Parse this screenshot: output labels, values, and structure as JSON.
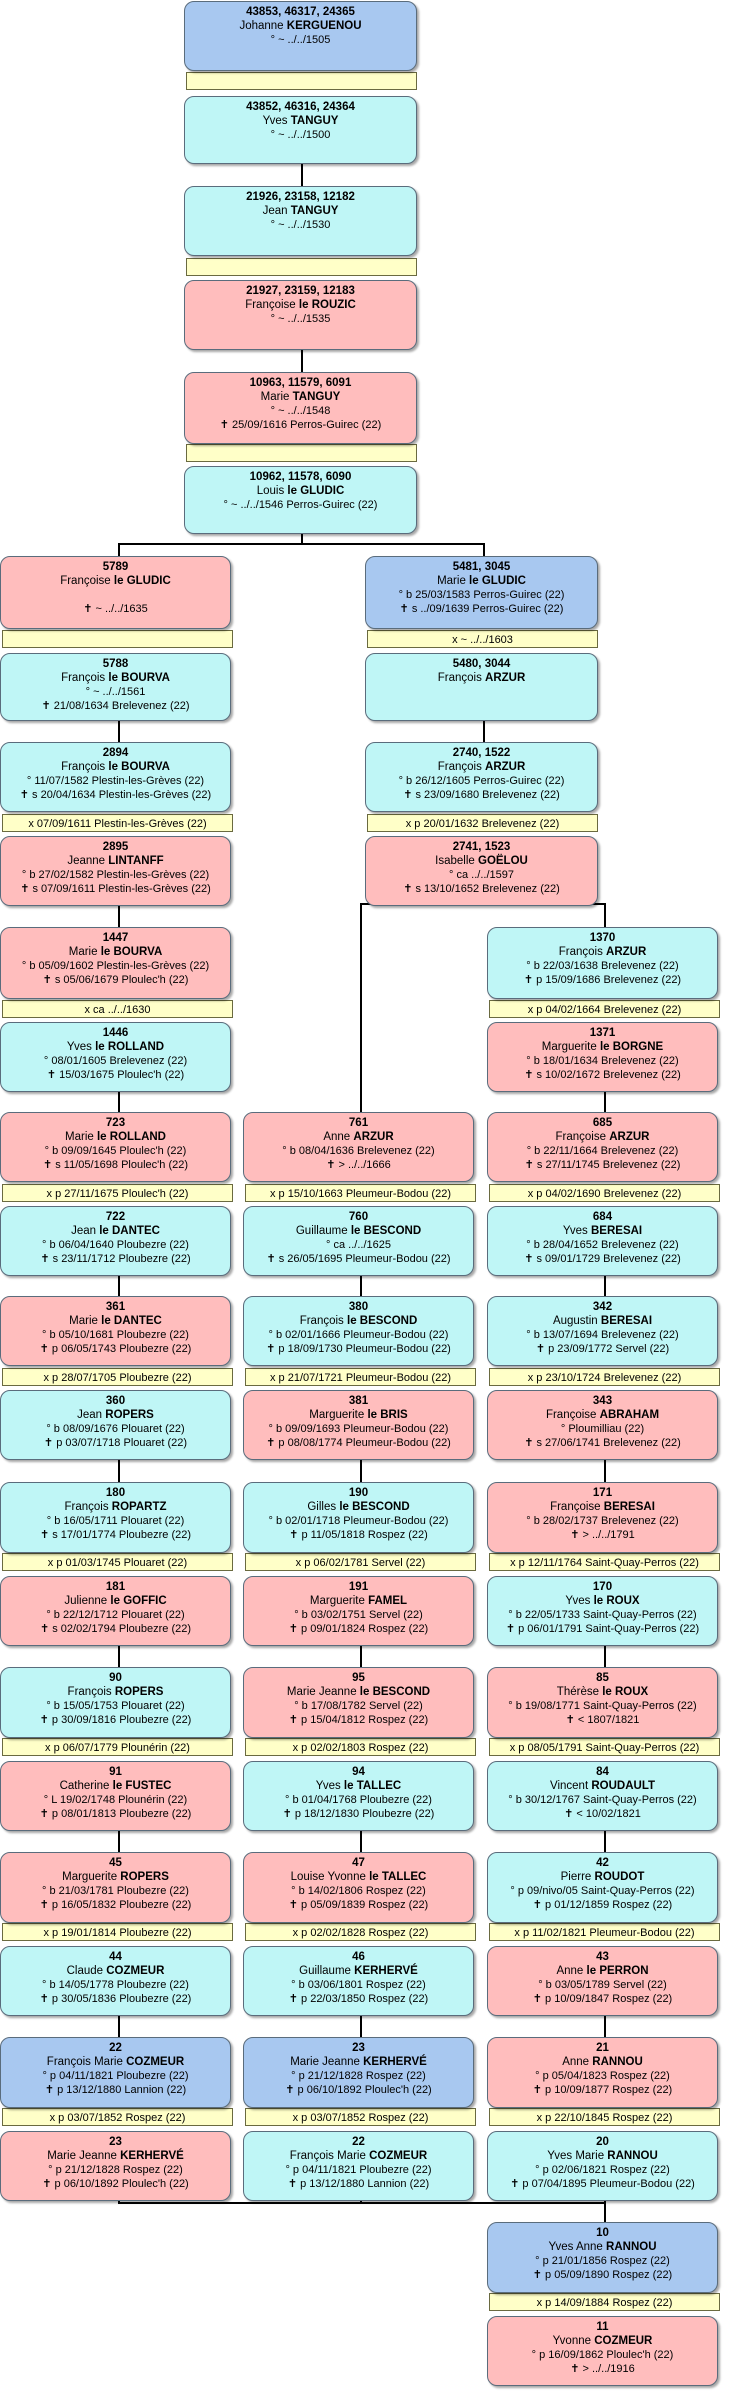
{
  "colors": {
    "male": "#bff6f6",
    "female": "#ffbdbd",
    "highlight": "#a8c8f0",
    "marriage": "#ffffc8",
    "border": "#5a6c7c"
  },
  "icons": {
    "birth": "degree-sign",
    "baptism": "degree-sign",
    "death": "cross-icon",
    "burial": "cross-icon"
  },
  "persons": [
    {
      "id": "p43853",
      "num": "43853, 46317, 24365",
      "first": "Johanne",
      "last": "KERGUENOU",
      "sex": "f",
      "hl": true,
      "events": [
        "° ~ ../../1505"
      ]
    },
    {
      "id": "p43852",
      "num": "43852, 46316, 24364",
      "first": "Yves",
      "last": "TANGUY",
      "sex": "m",
      "events": [
        "° ~ ../../1500"
      ]
    },
    {
      "id": "p21926",
      "num": "21926, 23158, 12182",
      "first": "Jean",
      "last": "TANGUY",
      "sex": "m",
      "events": [
        "° ~ ../../1530"
      ]
    },
    {
      "id": "p21927",
      "num": "21927, 23159, 12183",
      "first": "Françoise",
      "last": "le ROUZIC",
      "sex": "f",
      "events": [
        "° ~ ../../1535"
      ]
    },
    {
      "id": "p10963",
      "num": "10963, 11579, 6091",
      "first": "Marie",
      "last": "TANGUY",
      "sex": "f",
      "events": [
        "° ~ ../../1548",
        "✝ 25/09/1616 Perros-Guirec (22)"
      ]
    },
    {
      "id": "p10962",
      "num": "10962, 11578, 6090",
      "first": "Louis",
      "last": "le GLUDIC",
      "sex": "m",
      "events": [
        "° ~ ../../1546 Perros-Guirec (22)"
      ]
    },
    {
      "id": "p5789",
      "num": "5789",
      "first": "Françoise",
      "last": "le GLUDIC",
      "sex": "f",
      "events": [
        "",
        "✝ ~ ../../1635"
      ]
    },
    {
      "id": "p5481",
      "num": "5481, 3045",
      "first": "Marie",
      "last": "le GLUDIC",
      "sex": "f",
      "hl": true,
      "events": [
        "° b 25/03/1583 Perros-Guirec (22)",
        "✝ s ../09/1639 Perros-Guirec (22)"
      ]
    },
    {
      "id": "p5788",
      "num": "5788",
      "first": "François",
      "last": "le BOURVA",
      "sex": "m",
      "events": [
        "° ~ ../../1561",
        "✝ 21/08/1634 Brelevenez (22)"
      ]
    },
    {
      "id": "p5480",
      "num": "5480, 3044",
      "first": "François",
      "last": "ARZUR",
      "sex": "m",
      "events": []
    },
    {
      "id": "p2894",
      "num": "2894",
      "first": "François",
      "last": "le BOURVA",
      "sex": "m",
      "events": [
        "° 11/07/1582 Plestin-les-Grèves (22)",
        "✝ s 20/04/1634 Plestin-les-Grèves (22)"
      ]
    },
    {
      "id": "p2740",
      "num": "2740, 1522",
      "first": "François",
      "last": "ARZUR",
      "sex": "m",
      "events": [
        "° b 26/12/1605 Perros-Guirec (22)",
        "✝ s 23/09/1680 Brelevenez (22)"
      ]
    },
    {
      "id": "p2895",
      "num": "2895",
      "first": "Jeanne",
      "last": "LINTANFF",
      "sex": "f",
      "events": [
        "° b 27/02/1582 Plestin-les-Grèves (22)",
        "✝ s 07/09/1611 Plestin-les-Grèves (22)"
      ]
    },
    {
      "id": "p2741",
      "num": "2741, 1523",
      "first": "Isabelle",
      "last": "GOËLOU",
      "sex": "f",
      "events": [
        "° ca ../../1597",
        "✝ s 13/10/1652 Brelevenez (22)"
      ]
    },
    {
      "id": "p1447",
      "num": "1447",
      "first": "Marie",
      "last": "le BOURVA",
      "sex": "f",
      "events": [
        "° b 05/09/1602 Plestin-les-Grèves (22)",
        "✝ s 05/06/1679 Ploulec'h (22)"
      ]
    },
    {
      "id": "p1370",
      "num": "1370",
      "first": "François",
      "last": "ARZUR",
      "sex": "m",
      "events": [
        "° b 22/03/1638 Brelevenez (22)",
        "✝ p 15/09/1686 Brelevenez (22)"
      ]
    },
    {
      "id": "p1446",
      "num": "1446",
      "first": "Yves",
      "last": "le ROLLAND",
      "sex": "m",
      "events": [
        "° 08/01/1605 Brelevenez (22)",
        "✝ 15/03/1675 Ploulec'h (22)"
      ]
    },
    {
      "id": "p1371",
      "num": "1371",
      "first": "Marguerite",
      "last": "le BORGNE",
      "sex": "f",
      "events": [
        "° b 18/01/1634 Brelevenez (22)",
        "✝ s 10/02/1672 Brelevenez (22)"
      ]
    },
    {
      "id": "p723",
      "num": "723",
      "first": "Marie",
      "last": "le ROLLAND",
      "sex": "f",
      "events": [
        "° b 09/09/1645 Ploulec'h (22)",
        "✝ s 11/05/1698 Ploulec'h (22)"
      ]
    },
    {
      "id": "p761",
      "num": "761",
      "first": "Anne",
      "last": "ARZUR",
      "sex": "f",
      "events": [
        "° b 08/04/1636 Brelevenez (22)",
        "✝ > ../../1666"
      ]
    },
    {
      "id": "p685",
      "num": "685",
      "first": "Françoise",
      "last": "ARZUR",
      "sex": "f",
      "events": [
        "° b 22/11/1664 Brelevenez (22)",
        "✝ s 27/11/1745 Brelevenez (22)"
      ]
    },
    {
      "id": "p722",
      "num": "722",
      "first": "Jean",
      "last": "le DANTEC",
      "sex": "m",
      "events": [
        "° b 06/04/1640 Ploubezre (22)",
        "✝ s 23/11/1712 Ploubezre (22)"
      ]
    },
    {
      "id": "p760",
      "num": "760",
      "first": "Guillaume",
      "last": "le BESCOND",
      "sex": "m",
      "events": [
        "° ca ../../1625",
        "✝ s 26/05/1695 Pleumeur-Bodou (22)"
      ]
    },
    {
      "id": "p684",
      "num": "684",
      "first": "Yves",
      "last": "BERESAI",
      "sex": "m",
      "events": [
        "° b 28/04/1652 Brelevenez (22)",
        "✝ s 09/01/1729 Brelevenez (22)"
      ]
    },
    {
      "id": "p361",
      "num": "361",
      "first": "Marie",
      "last": "le DANTEC",
      "sex": "f",
      "events": [
        "° b 05/10/1681 Ploubezre (22)",
        "✝ p 06/05/1743 Ploubezre (22)"
      ]
    },
    {
      "id": "p380",
      "num": "380",
      "first": "François",
      "last": "le BESCOND",
      "sex": "m",
      "events": [
        "° b 02/01/1666 Pleumeur-Bodou (22)",
        "✝ p 18/09/1730 Pleumeur-Bodou (22)"
      ]
    },
    {
      "id": "p342",
      "num": "342",
      "first": "Augustin",
      "last": "BERESAI",
      "sex": "m",
      "events": [
        "° b 13/07/1694 Brelevenez (22)",
        "✝ p 23/09/1772 Servel (22)"
      ]
    },
    {
      "id": "p360",
      "num": "360",
      "first": "Jean",
      "last": "ROPERS",
      "sex": "m",
      "events": [
        "° b 08/09/1676 Plouaret (22)",
        "✝ p 03/07/1718 Plouaret (22)"
      ]
    },
    {
      "id": "p381",
      "num": "381",
      "first": "Marguerite",
      "last": "le BRIS",
      "sex": "f",
      "events": [
        "° b 09/09/1693 Pleumeur-Bodou (22)",
        "✝ p 08/08/1774 Pleumeur-Bodou (22)"
      ]
    },
    {
      "id": "p343",
      "num": "343",
      "first": "Françoise",
      "last": "ABRAHAM",
      "sex": "f",
      "events": [
        "° Ploumilliau (22)",
        "✝ s 27/06/1741 Brelevenez (22)"
      ]
    },
    {
      "id": "p180",
      "num": "180",
      "first": "François",
      "last": "ROPARTZ",
      "sex": "m",
      "events": [
        "° b 16/05/1711 Plouaret (22)",
        "✝ s 17/01/1774 Ploubezre (22)"
      ]
    },
    {
      "id": "p190",
      "num": "190",
      "first": "Gilles",
      "last": "le BESCOND",
      "sex": "m",
      "events": [
        "° b 02/01/1718 Pleumeur-Bodou (22)",
        "✝ p 11/05/1818 Rospez (22)"
      ]
    },
    {
      "id": "p171",
      "num": "171",
      "first": "Françoise",
      "last": "BERESAI",
      "sex": "f",
      "events": [
        "° b 28/02/1737 Brelevenez (22)",
        "✝ > ../../1791"
      ]
    },
    {
      "id": "p181",
      "num": "181",
      "first": "Julienne",
      "last": "le GOFFIC",
      "sex": "f",
      "events": [
        "° b 22/12/1712 Plouaret (22)",
        "✝ s 02/02/1794 Ploubezre (22)"
      ]
    },
    {
      "id": "p191",
      "num": "191",
      "first": "Marguerite",
      "last": "FAMEL",
      "sex": "f",
      "events": [
        "° b 03/02/1751 Servel (22)",
        "✝ p 09/01/1824 Rospez (22)"
      ]
    },
    {
      "id": "p170",
      "num": "170",
      "first": "Yves",
      "last": "le ROUX",
      "sex": "m",
      "events": [
        "° b 22/05/1733 Saint-Quay-Perros (22)",
        "✝ p 06/01/1791 Saint-Quay-Perros (22)"
      ]
    },
    {
      "id": "p90",
      "num": "90",
      "first": "François",
      "last": "ROPERS",
      "sex": "m",
      "events": [
        "° b 15/05/1753 Plouaret (22)",
        "✝ p 30/09/1816 Ploubezre (22)"
      ]
    },
    {
      "id": "p95",
      "num": "95",
      "first": "Marie Jeanne",
      "last": "le BESCOND",
      "sex": "f",
      "events": [
        "° b 17/08/1782 Servel (22)",
        "✝ p 15/04/1812 Rospez (22)"
      ]
    },
    {
      "id": "p85",
      "num": "85",
      "first": "Thérèse",
      "last": "le ROUX",
      "sex": "f",
      "events": [
        "° b 19/08/1771 Saint-Quay-Perros (22)",
        "✝ < 1807/1821"
      ]
    },
    {
      "id": "p91",
      "num": "91",
      "first": "Catherine",
      "last": "le FUSTEC",
      "sex": "f",
      "events": [
        "° L 19/02/1748 Plounérin (22)",
        "✝ p 08/01/1813 Ploubezre (22)"
      ]
    },
    {
      "id": "p94",
      "num": "94",
      "first": "Yves",
      "last": "le TALLEC",
      "sex": "m",
      "events": [
        "° b 01/04/1768 Ploubezre (22)",
        "✝ p 18/12/1830 Ploubezre (22)"
      ]
    },
    {
      "id": "p84",
      "num": "84",
      "first": "Vincent",
      "last": "ROUDAULT",
      "sex": "m",
      "events": [
        "° b 30/12/1767 Saint-Quay-Perros (22)",
        "✝ < 10/02/1821"
      ]
    },
    {
      "id": "p45",
      "num": "45",
      "first": "Marguerite",
      "last": "ROPERS",
      "sex": "f",
      "events": [
        "° b 21/03/1781 Ploubezre (22)",
        "✝ p 16/05/1832 Ploubezre (22)"
      ]
    },
    {
      "id": "p47",
      "num": "47",
      "first": "Louise Yvonne",
      "last": "le TALLEC",
      "sex": "f",
      "events": [
        "° b 14/02/1806 Rospez (22)",
        "✝ p 05/09/1839 Rospez (22)"
      ]
    },
    {
      "id": "p42",
      "num": "42",
      "first": "Pierre",
      "last": "ROUDOT",
      "sex": "m",
      "events": [
        "° p 09/nivo/05 Saint-Quay-Perros (22)",
        "✝ p 01/12/1859 Rospez (22)"
      ]
    },
    {
      "id": "p44",
      "num": "44",
      "first": "Claude",
      "last": "COZMEUR",
      "sex": "m",
      "events": [
        "° b 14/05/1778 Ploubezre (22)",
        "✝ p 30/05/1836 Ploubezre (22)"
      ]
    },
    {
      "id": "p46",
      "num": "46",
      "first": "Guillaume",
      "last": "KERHERVÉ",
      "sex": "m",
      "events": [
        "° b 03/06/1801 Rospez (22)",
        "✝ p 22/03/1850 Rospez (22)"
      ]
    },
    {
      "id": "p43",
      "num": "43",
      "first": "Anne",
      "last": "le PERRON",
      "sex": "f",
      "events": [
        "° b 03/05/1789 Servel (22)",
        "✝ p 10/09/1847 Rospez (22)"
      ]
    },
    {
      "id": "p22a",
      "num": "22",
      "first": "François Marie",
      "last": "COZMEUR",
      "sex": "m",
      "hl": true,
      "events": [
        "° p 04/11/1821 Ploubezre (22)",
        "✝ p 13/12/1880 Lannion (22)"
      ]
    },
    {
      "id": "p23a",
      "num": "23",
      "first": "Marie Jeanne",
      "last": "KERHERVÉ",
      "sex": "f",
      "hl": true,
      "events": [
        "° p 21/12/1828 Rospez (22)",
        "✝ p 06/10/1892 Ploulec'h (22)"
      ]
    },
    {
      "id": "p21",
      "num": "21",
      "first": "Anne",
      "last": "RANNOU",
      "sex": "f",
      "events": [
        "° p 05/04/1823 Rospez (22)",
        "✝ p 10/09/1877 Rospez (22)"
      ]
    },
    {
      "id": "p23b",
      "num": "23",
      "first": "Marie Jeanne",
      "last": "KERHERVÉ",
      "sex": "f",
      "events": [
        "° p 21/12/1828 Rospez (22)",
        "✝ p 06/10/1892 Ploulec'h (22)"
      ]
    },
    {
      "id": "p22b",
      "num": "22",
      "first": "François Marie",
      "last": "COZMEUR",
      "sex": "m",
      "events": [
        "° p 04/11/1821 Ploubezre (22)",
        "✝ p 13/12/1880 Lannion (22)"
      ]
    },
    {
      "id": "p20",
      "num": "20",
      "first": "Yves Marie",
      "last": "RANNOU",
      "sex": "m",
      "events": [
        "° p 02/06/1821 Rospez (22)",
        "✝ p 07/04/1895 Pleumeur-Bodou (22)"
      ]
    },
    {
      "id": "p10",
      "num": "10",
      "first": "Yves Anne",
      "last": "RANNOU",
      "sex": "m",
      "hl": true,
      "events": [
        "° p 21/01/1856 Rospez (22)",
        "✝ p 05/09/1890 Rospez (22)"
      ]
    },
    {
      "id": "p11",
      "num": "11",
      "first": "Yvonne",
      "last": "COZMEUR",
      "sex": "f",
      "events": [
        "° p 16/09/1862 Ploulec'h (22)",
        "✝ > ../../1916"
      ]
    }
  ],
  "marriages": [
    {
      "id": "m1",
      "text": ""
    },
    {
      "id": "m2",
      "text": ""
    },
    {
      "id": "m3",
      "text": ""
    },
    {
      "id": "m4",
      "text": ""
    },
    {
      "id": "m5",
      "text": ""
    },
    {
      "id": "m6",
      "text": "x ~ ../../1603"
    },
    {
      "id": "m7",
      "text": "x 07/09/1611 Plestin-les-Grèves (22)"
    },
    {
      "id": "m8",
      "text": "x p 20/01/1632 Brelevenez (22)"
    },
    {
      "id": "m9",
      "text": "x ca ../../1630"
    },
    {
      "id": "m10",
      "text": "x p 04/02/1664 Brelevenez (22)"
    },
    {
      "id": "m11",
      "text": "x p 27/11/1675 Ploulec'h (22)"
    },
    {
      "id": "m12",
      "text": "x p 15/10/1663 Pleumeur-Bodou (22)"
    },
    {
      "id": "m13",
      "text": "x p 04/02/1690 Brelevenez (22)"
    },
    {
      "id": "m14",
      "text": "x p 28/07/1705 Ploubezre (22)"
    },
    {
      "id": "m15",
      "text": "x p 21/07/1721 Pleumeur-Bodou (22)"
    },
    {
      "id": "m16",
      "text": "x p 23/10/1724 Brelevenez (22)"
    },
    {
      "id": "m17",
      "text": "x p 01/03/1745 Plouaret (22)"
    },
    {
      "id": "m18",
      "text": "x p 06/02/1781 Servel (22)"
    },
    {
      "id": "m19",
      "text": "x p 12/11/1764 Saint-Quay-Perros (22)"
    },
    {
      "id": "m20",
      "text": "x p 06/07/1779 Plounérin (22)"
    },
    {
      "id": "m21",
      "text": "x p 02/02/1803 Rospez (22)"
    },
    {
      "id": "m22",
      "text": "x p 08/05/1791 Saint-Quay-Perros (22)"
    },
    {
      "id": "m23",
      "text": "x p 19/01/1814 Ploubezre (22)"
    },
    {
      "id": "m24",
      "text": "x p 02/02/1828 Rospez (22)"
    },
    {
      "id": "m25",
      "text": "x p 11/02/1821 Pleumeur-Bodou (22)"
    },
    {
      "id": "m26",
      "text": "x p 03/07/1852 Rospez (22)"
    },
    {
      "id": "m27",
      "text": "x p 03/07/1852 Rospez (22)"
    },
    {
      "id": "m28",
      "text": "x p 22/10/1845 Rospez (22)"
    },
    {
      "id": "m29",
      "text": "x p 14/09/1884 Rospez (22)"
    }
  ]
}
